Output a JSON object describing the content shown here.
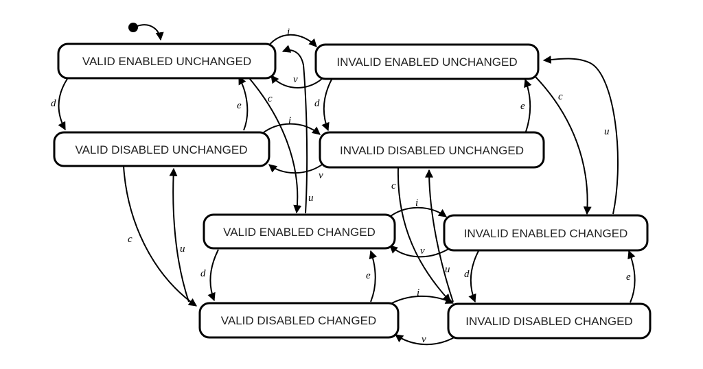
{
  "diagram": {
    "states": {
      "veu": "VALID ENABLED UNCHANGED",
      "ieu": "INVALID ENABLED UNCHANGED",
      "vdu": "VALID DISABLED UNCHANGED",
      "idu": "INVALID DISABLED UNCHANGED",
      "vec": "VALID ENABLED CHANGED",
      "iec": "INVALID ENABLED CHANGED",
      "vdc": "VALID DISABLED CHANGED",
      "idc": "INVALID DISABLED CHANGED"
    },
    "transitions": [
      {
        "from": "VALID ENABLED UNCHANGED",
        "to": "INVALID ENABLED UNCHANGED",
        "label": "i"
      },
      {
        "from": "INVALID ENABLED UNCHANGED",
        "to": "VALID ENABLED UNCHANGED",
        "label": "v"
      },
      {
        "from": "VALID ENABLED UNCHANGED",
        "to": "VALID DISABLED UNCHANGED",
        "label": "d"
      },
      {
        "from": "VALID DISABLED UNCHANGED",
        "to": "VALID ENABLED UNCHANGED",
        "label": "e"
      },
      {
        "from": "VALID ENABLED UNCHANGED",
        "to": "VALID ENABLED CHANGED",
        "label": "c"
      },
      {
        "from": "VALID ENABLED CHANGED",
        "to": "VALID ENABLED UNCHANGED",
        "label": "u"
      },
      {
        "from": "INVALID ENABLED UNCHANGED",
        "to": "INVALID DISABLED UNCHANGED",
        "label": "d"
      },
      {
        "from": "INVALID DISABLED UNCHANGED",
        "to": "INVALID ENABLED UNCHANGED",
        "label": "e"
      },
      {
        "from": "INVALID ENABLED UNCHANGED",
        "to": "INVALID ENABLED CHANGED",
        "label": "c"
      },
      {
        "from": "INVALID ENABLED CHANGED",
        "to": "INVALID ENABLED UNCHANGED",
        "label": "u"
      },
      {
        "from": "VALID DISABLED UNCHANGED",
        "to": "INVALID DISABLED UNCHANGED",
        "label": "i"
      },
      {
        "from": "INVALID DISABLED UNCHANGED",
        "to": "VALID DISABLED UNCHANGED",
        "label": "v"
      },
      {
        "from": "VALID DISABLED UNCHANGED",
        "to": "VALID DISABLED CHANGED",
        "label": "c"
      },
      {
        "from": "VALID DISABLED CHANGED",
        "to": "VALID DISABLED UNCHANGED",
        "label": "u"
      },
      {
        "from": "INVALID DISABLED UNCHANGED",
        "to": "INVALID DISABLED CHANGED",
        "label": "c"
      },
      {
        "from": "INVALID DISABLED CHANGED",
        "to": "INVALID DISABLED UNCHANGED",
        "label": "u"
      },
      {
        "from": "VALID ENABLED CHANGED",
        "to": "INVALID ENABLED CHANGED",
        "label": "i"
      },
      {
        "from": "INVALID ENABLED CHANGED",
        "to": "VALID ENABLED CHANGED",
        "label": "v"
      },
      {
        "from": "VALID ENABLED CHANGED",
        "to": "VALID DISABLED CHANGED",
        "label": "d"
      },
      {
        "from": "VALID DISABLED CHANGED",
        "to": "VALID ENABLED CHANGED",
        "label": "e"
      },
      {
        "from": "INVALID ENABLED CHANGED",
        "to": "INVALID DISABLED CHANGED",
        "label": "d"
      },
      {
        "from": "INVALID DISABLED CHANGED",
        "to": "INVALID ENABLED CHANGED",
        "label": "e"
      },
      {
        "from": "VALID DISABLED CHANGED",
        "to": "INVALID DISABLED CHANGED",
        "label": "i"
      },
      {
        "from": "INVALID DISABLED CHANGED",
        "to": "VALID DISABLED CHANGED",
        "label": "v"
      }
    ],
    "initial_state": "VALID ENABLED UNCHANGED"
  }
}
